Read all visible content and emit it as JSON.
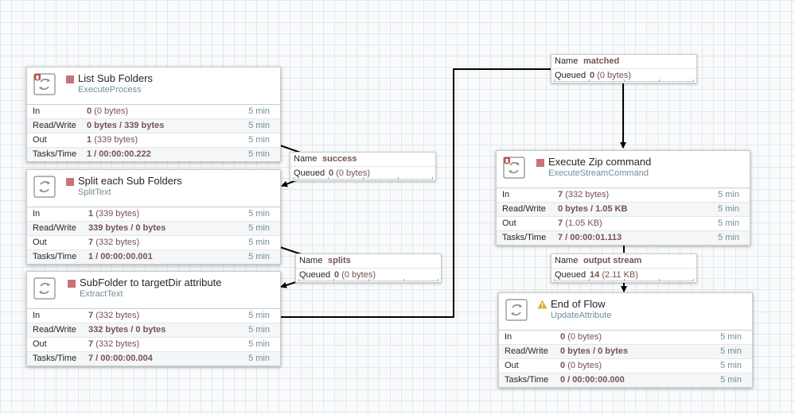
{
  "colors": {
    "status_stopped": "#c97378",
    "bold_value": "#775351",
    "type_text": "#728e9b",
    "warning": "#e0a836"
  },
  "processors": [
    {
      "name": "List Sub Folders",
      "type": "ExecuteProcess",
      "icon": "restricted-processor-icon",
      "stats": [
        {
          "label": "In",
          "value": "0",
          "extra": "(0 bytes)",
          "time": "5 min"
        },
        {
          "label": "Read/Write",
          "value": "0 bytes / 339 bytes",
          "extra": "",
          "time": "5 min"
        },
        {
          "label": "Out",
          "value": "1",
          "extra": "(339 bytes)",
          "time": "5 min"
        },
        {
          "label": "Tasks/Time",
          "value": "1 / 00:00:00.222",
          "extra": "",
          "time": "5 min"
        }
      ]
    },
    {
      "name": "Split each Sub Folders",
      "type": "SplitText",
      "icon": "processor-icon",
      "stats": [
        {
          "label": "In",
          "value": "1",
          "extra": "(339 bytes)",
          "time": "5 min"
        },
        {
          "label": "Read/Write",
          "value": "339 bytes / 0 bytes",
          "extra": "",
          "time": "5 min"
        },
        {
          "label": "Out",
          "value": "7",
          "extra": "(332 bytes)",
          "time": "5 min"
        },
        {
          "label": "Tasks/Time",
          "value": "1 / 00:00:00.001",
          "extra": "",
          "time": "5 min"
        }
      ]
    },
    {
      "name": "SubFolder to targetDir attribute",
      "type": "ExtractText",
      "icon": "processor-icon",
      "stats": [
        {
          "label": "In",
          "value": "7",
          "extra": "(332 bytes)",
          "time": "5 min"
        },
        {
          "label": "Read/Write",
          "value": "332 bytes / 0 bytes",
          "extra": "",
          "time": "5 min"
        },
        {
          "label": "Out",
          "value": "7",
          "extra": "(332 bytes)",
          "time": "5 min"
        },
        {
          "label": "Tasks/Time",
          "value": "7 / 00:00:00.004",
          "extra": "",
          "time": "5 min"
        }
      ]
    },
    {
      "name": "Execute Zip command",
      "type": "ExecuteStreamCommand",
      "icon": "restricted-processor-icon",
      "stats": [
        {
          "label": "In",
          "value": "7",
          "extra": "(332 bytes)",
          "time": "5 min"
        },
        {
          "label": "Read/Write",
          "value": "0 bytes / 1.05 KB",
          "extra": "",
          "time": "5 min"
        },
        {
          "label": "Out",
          "value": "7",
          "extra": "(1.05 KB)",
          "time": "5 min"
        },
        {
          "label": "Tasks/Time",
          "value": "7 / 00:00:01.113",
          "extra": "",
          "time": "5 min"
        }
      ]
    },
    {
      "name": "End of Flow",
      "type": "UpdateAttribute",
      "icon": "processor-icon",
      "stats": [
        {
          "label": "In",
          "value": "0",
          "extra": "(0 bytes)",
          "time": "5 min"
        },
        {
          "label": "Read/Write",
          "value": "0 bytes / 0 bytes",
          "extra": "",
          "time": "5 min"
        },
        {
          "label": "Out",
          "value": "0",
          "extra": "(0 bytes)",
          "time": "5 min"
        },
        {
          "label": "Tasks/Time",
          "value": "0 / 00:00:00.000",
          "extra": "",
          "time": "5 min"
        }
      ]
    }
  ],
  "connections": [
    {
      "name_label": "Name",
      "name": "success",
      "queued_label": "Queued",
      "queued": "0",
      "queued_size": "(0 bytes)"
    },
    {
      "name_label": "Name",
      "name": "splits",
      "queued_label": "Queued",
      "queued": "0",
      "queued_size": "(0 bytes)"
    },
    {
      "name_label": "Name",
      "name": "matched",
      "queued_label": "Queued",
      "queued": "0",
      "queued_size": "(0 bytes)"
    },
    {
      "name_label": "Name",
      "name": "output stream",
      "queued_label": "Queued",
      "queued": "14",
      "queued_size": "(2.11 KB)"
    }
  ]
}
